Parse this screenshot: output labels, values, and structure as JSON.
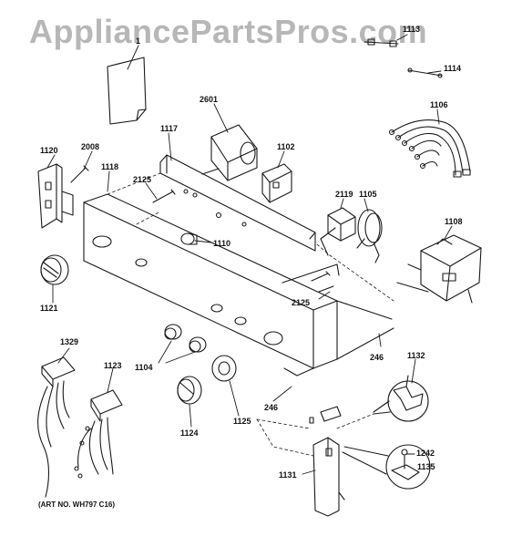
{
  "watermark": "AppliancePartsPros.com",
  "art_note": "(ART NO. WH797 C16)",
  "labels": {
    "p1": "1",
    "p1113": "1113",
    "p1114": "1114",
    "p1106": "1106",
    "p2601": "2601",
    "p1117": "1117",
    "p1102": "1102",
    "p1120": "1120",
    "p2008": "2008",
    "p1118": "1118",
    "p2125a": "2125",
    "p2119": "2119",
    "p1105": "1105",
    "p1108": "1108",
    "p1110": "1110",
    "p1121": "1121",
    "p2125b": "2125",
    "p1329": "1329",
    "p1104": "1104",
    "p246a": "246",
    "p1132": "1132",
    "p1123": "1123",
    "p246b": "246",
    "p1124": "1124",
    "p1125": "1125",
    "p1242": "1242",
    "p1135": "1135",
    "p1131": "1131"
  }
}
